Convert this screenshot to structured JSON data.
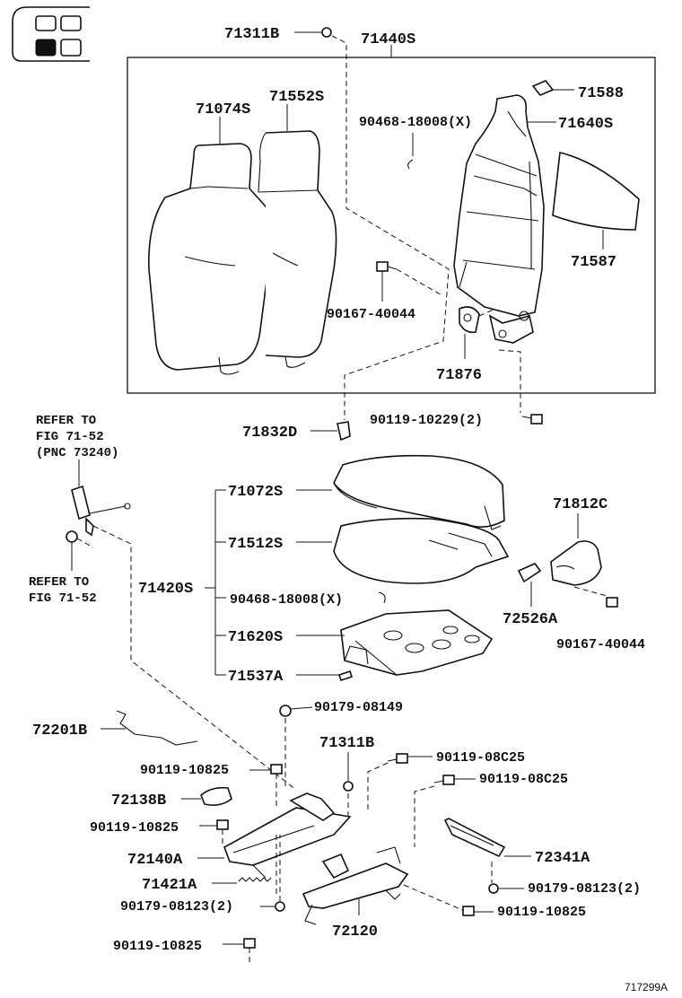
{
  "diagram": {
    "code": "717299A",
    "refer_lines_1": [
      "REFER TO",
      "FIG 71-52",
      "(PNC 73240)"
    ],
    "refer_lines_2": [
      "REFER TO",
      "FIG 71-52"
    ],
    "parts": {
      "p71311B_top": "71311B",
      "p71440S": "71440S",
      "p71074S": "71074S",
      "p71552S": "71552S",
      "p71588": "71588",
      "p90468_back": "90468-18008(X)",
      "p71640S": "71640S",
      "p71587": "71587",
      "p90167_back": "90167-40044",
      "p71876": "71876",
      "p71832D": "71832D",
      "p90119_10229": "90119-10229(2)",
      "p71072S": "71072S",
      "p71812C": "71812C",
      "p71512S": "71512S",
      "p71420S": "71420S",
      "p90468_cush": "90468-18008(X)",
      "p72526A": "72526A",
      "p71620S": "71620S",
      "p90167_cush": "90167-40044",
      "p71537A": "71537A",
      "p90179_08149": "90179-08149",
      "p72201B": "72201B",
      "p71311B_mid": "71311B",
      "p90119_08C25_a": "90119-08C25",
      "p90119_10825_a": "90119-10825",
      "p90119_08C25_b": "90119-08C25",
      "p72138B": "72138B",
      "p90119_10825_b": "90119-10825",
      "p72140A": "72140A",
      "p72341A": "72341A",
      "p71421A": "71421A",
      "p90179_08123_a": "90179-08123(2)",
      "p90179_08123_b": "90179-08123(2)",
      "p72120": "72120",
      "p90119_10825_c": "90119-10825",
      "p90119_10825_d": "90119-10825"
    }
  }
}
